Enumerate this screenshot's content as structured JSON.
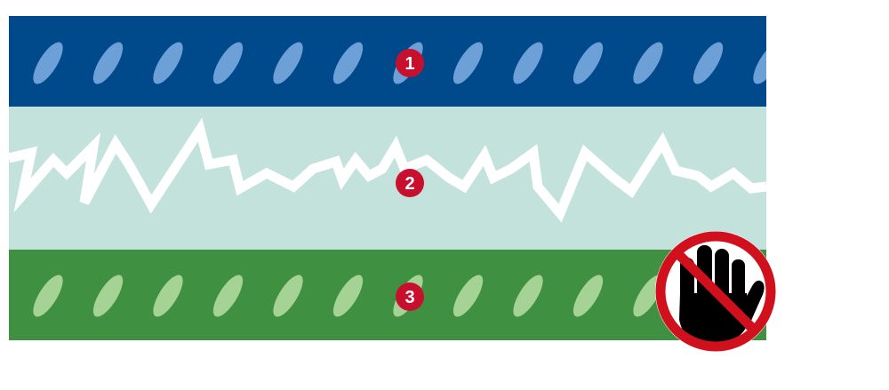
{
  "layers": [
    {
      "id": "layer-1",
      "label": "1",
      "pattern": "ovals",
      "fill": "#004a8c",
      "pattern_color": "#6ea0d8"
    },
    {
      "id": "layer-2",
      "label": "2",
      "pattern": "zigzag-crack",
      "fill": "#c3e2dc",
      "pattern_color": "#ffffff"
    },
    {
      "id": "layer-3",
      "label": "3",
      "pattern": "ovals",
      "fill": "#3f9040",
      "pattern_color": "#a5d396"
    }
  ],
  "badge_color": "#c8102e",
  "badge_text_color": "#ffffff",
  "prohibition_sign": {
    "icon": "no-touch-hand-icon",
    "ring_color": "#d0101c",
    "hand_color": "#000000"
  }
}
